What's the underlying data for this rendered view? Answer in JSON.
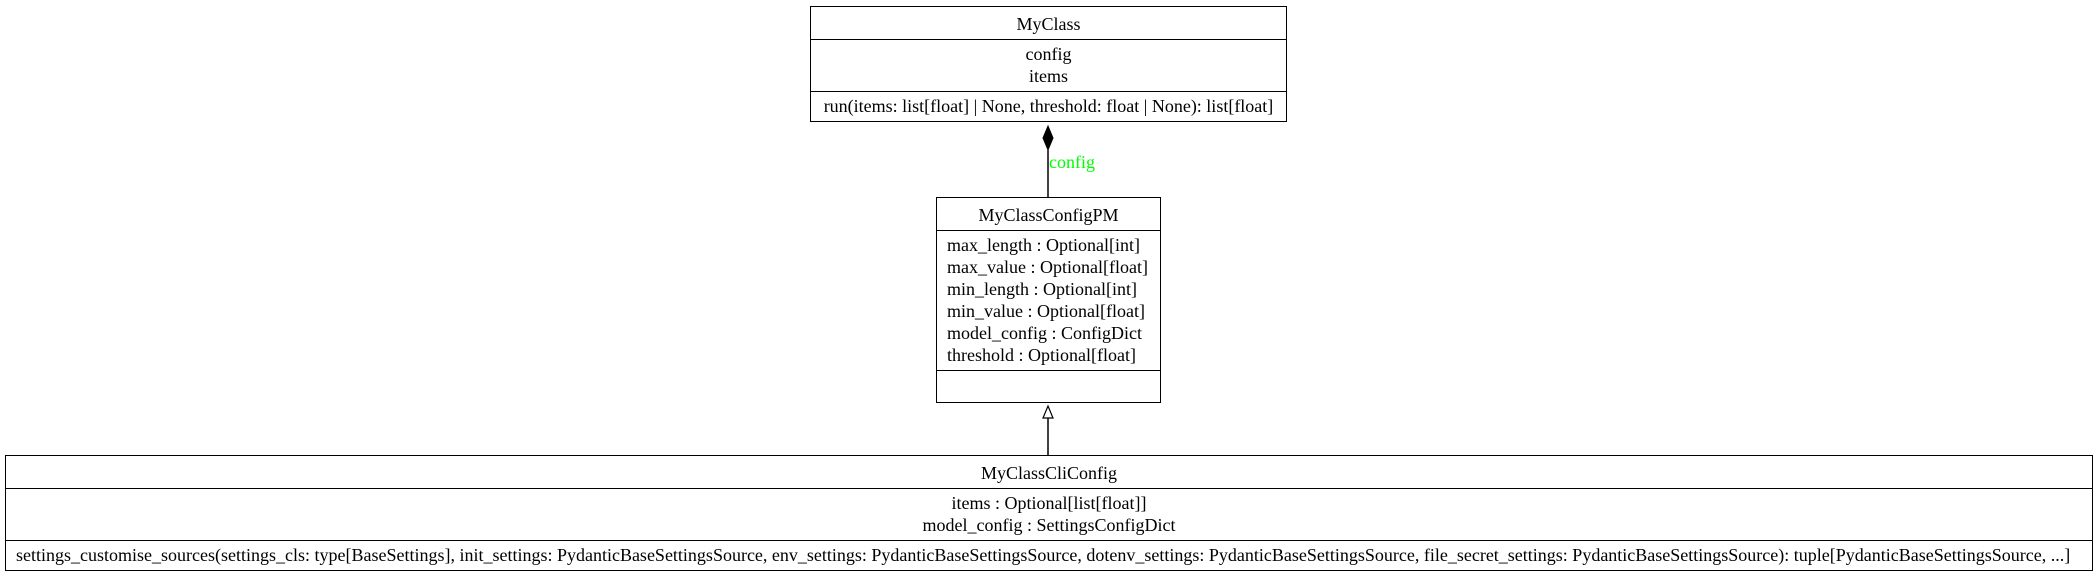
{
  "diagram": {
    "classes": [
      {
        "id": "myclass",
        "name": "MyClass",
        "attributes": [
          "config",
          "items"
        ],
        "methods": [
          "run(items: list[float] | None, threshold: float | None): list[float]"
        ]
      },
      {
        "id": "configpm",
        "name": "MyClassConfigPM",
        "attributes": [
          "max_length : Optional[int]",
          "max_value : Optional[float]",
          "min_length : Optional[int]",
          "min_value : Optional[float]",
          "model_config : ConfigDict",
          "threshold : Optional[float]"
        ],
        "methods": []
      },
      {
        "id": "cliconfig",
        "name": "MyClassCliConfig",
        "attributes": [
          "items : Optional[list[float]]",
          "model_config : SettingsConfigDict"
        ],
        "methods": [
          "settings_customise_sources(settings_cls: type[BaseSettings], init_settings: PydanticBaseSettingsSource, env_settings: PydanticBaseSettingsSource, dotenv_settings: PydanticBaseSettingsSource, file_secret_settings: PydanticBaseSettingsSource): tuple[PydanticBaseSettingsSource, ...]"
        ]
      }
    ],
    "relations": [
      {
        "type": "composition",
        "from": "configpm",
        "to": "myclass",
        "label": "config",
        "label_color": "#00ff00"
      },
      {
        "type": "inheritance",
        "from": "cliconfig",
        "to": "configpm"
      }
    ]
  }
}
